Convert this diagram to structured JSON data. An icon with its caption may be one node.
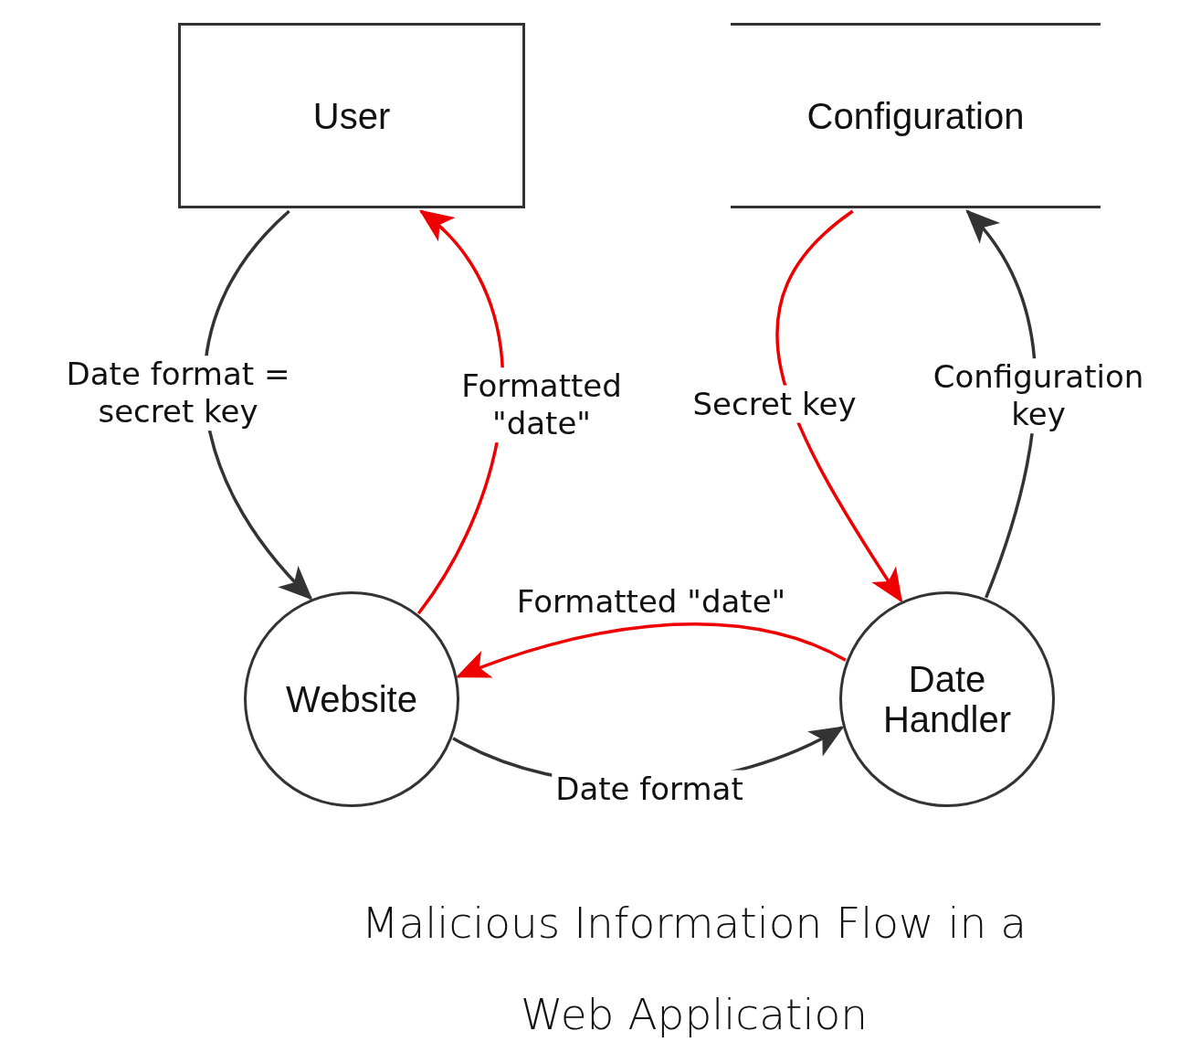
{
  "diagram": {
    "caption": "Malicious Information Flow in a Web Application",
    "nodes": [
      {
        "text": [
          "User"
        ]
      },
      {
        "text": [
          "Configuration"
        ]
      },
      {
        "text": [
          "Website"
        ]
      },
      {
        "text": [
          "Date Handler"
        ]
      }
    ],
    "edges": [
      {
        "from": 0,
        "to": 2,
        "arrow": "to",
        "label": "Date format = secret key"
      },
      {
        "from": 2,
        "to": 0,
        "arrow": "to",
        "label": "Formatted \"date\"",
        "color": "#ee0000"
      },
      {
        "from": 1,
        "to": 3,
        "arrow": "to",
        "label": "Secret key",
        "color": "#ee0000"
      },
      {
        "from": 3,
        "to": 1,
        "arrow": "to",
        "label": "Configuration key"
      },
      {
        "from": 3,
        "to": 2,
        "arrow": "to",
        "label": "Formatted \"date\"",
        "color": "#ee0000"
      },
      {
        "from": 2,
        "to": 3,
        "arrow": "to",
        "label": "Date format"
      }
    ]
  }
}
